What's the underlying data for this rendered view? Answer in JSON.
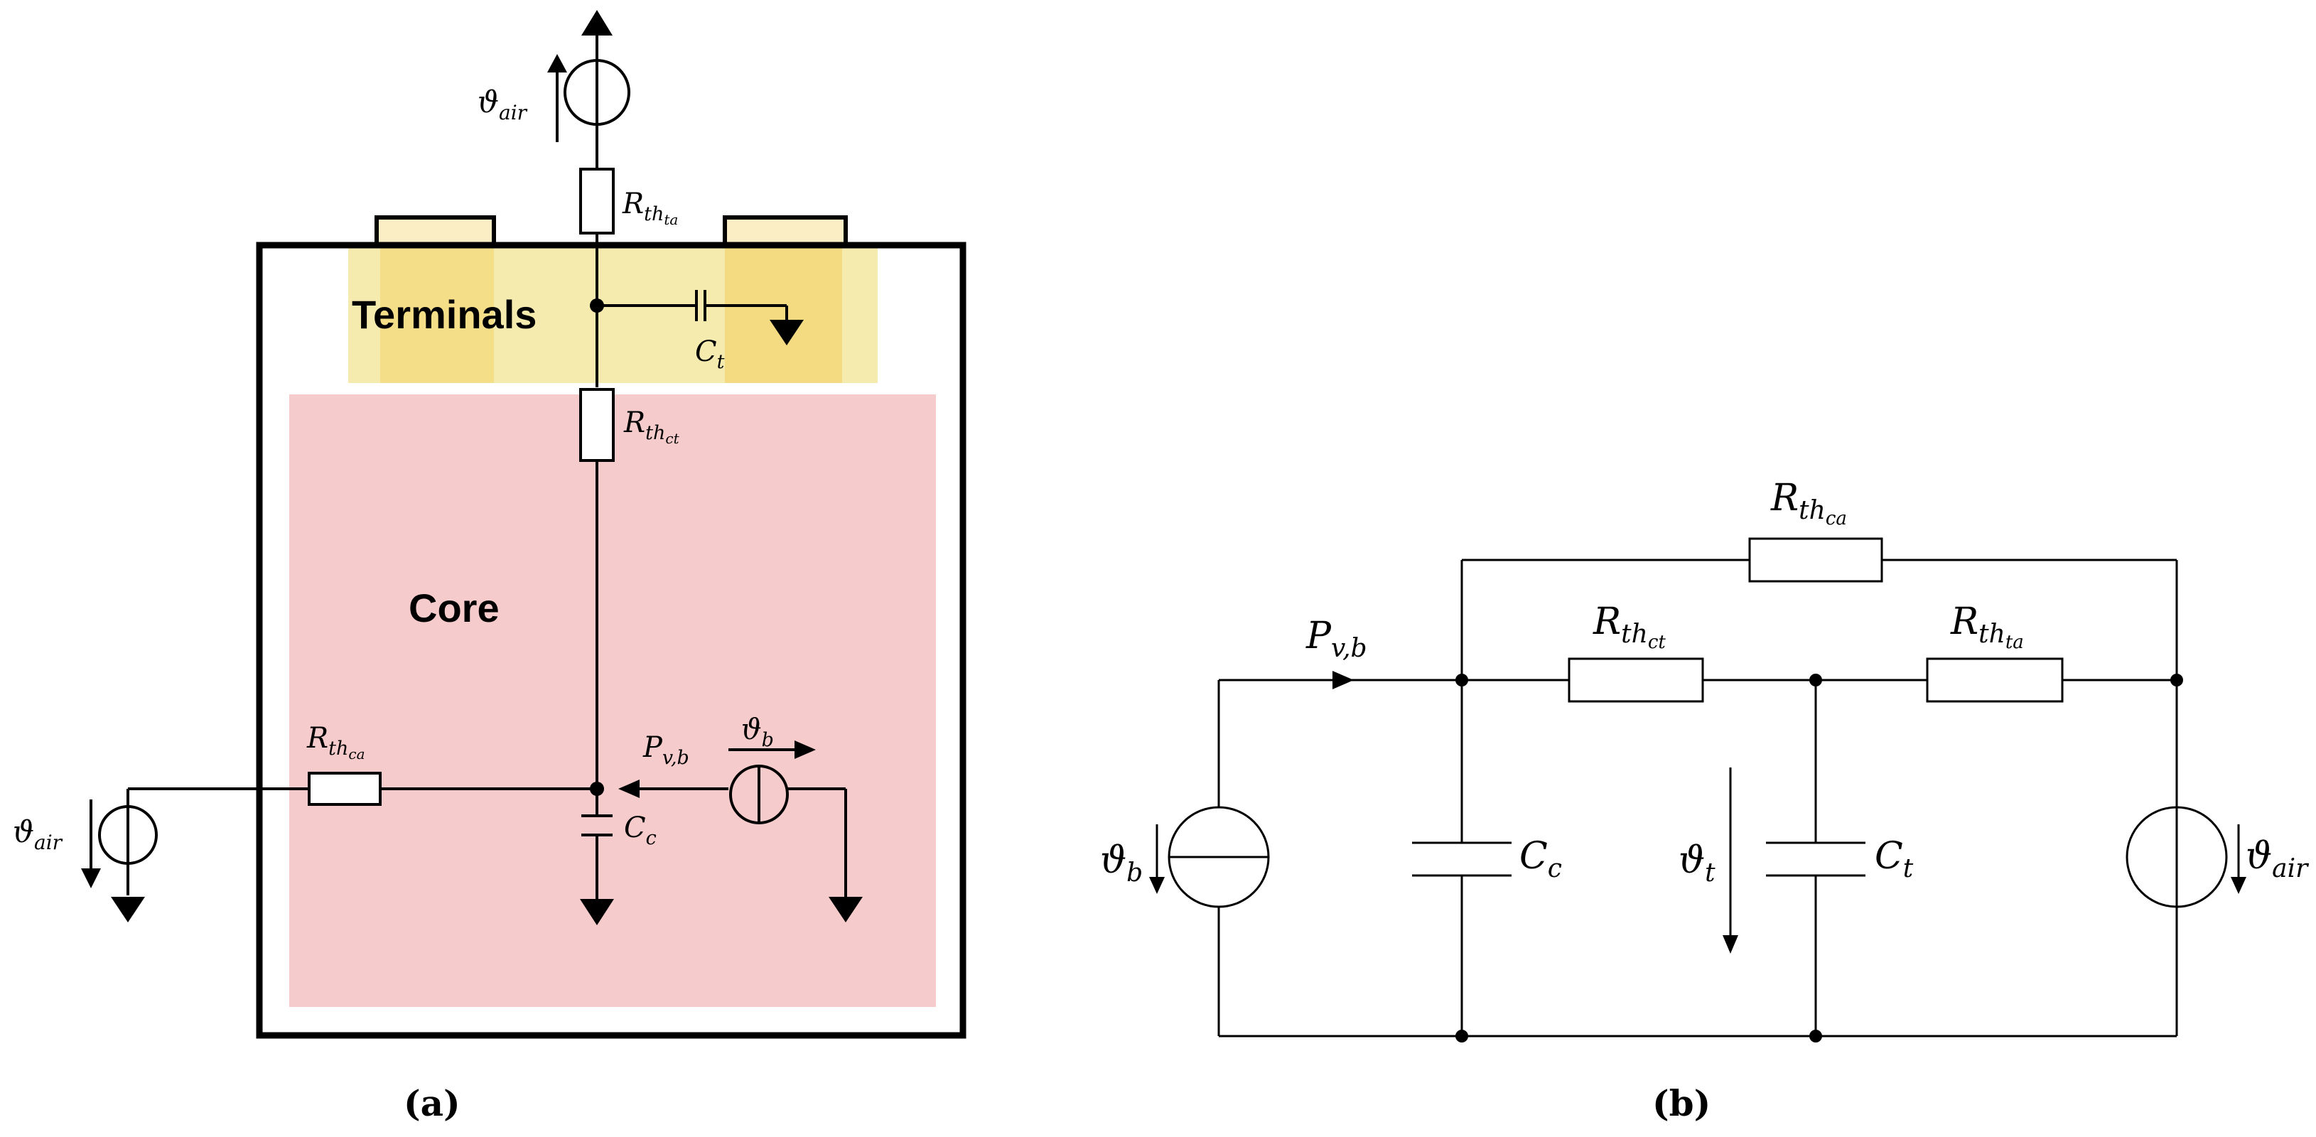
{
  "colors": {
    "core_fill": "#f6cbcb",
    "terminal_band": "#f5e8a0",
    "terminal_pad": "#f3d36a",
    "terminal_post": "#fbeec5",
    "line": "#000000"
  },
  "panel_a": {
    "caption": "(a)",
    "region_labels": {
      "terminals": "Terminals",
      "core": "Core"
    },
    "components": {
      "R_th_ta": {
        "sym": "R",
        "sub": "th",
        "subsub": "ta"
      },
      "R_th_ct": {
        "sym": "R",
        "sub": "th",
        "subsub": "ct"
      },
      "R_th_ca": {
        "sym": "R",
        "sub": "th",
        "subsub": "ca"
      },
      "C_t": {
        "sym": "C",
        "sub": "t"
      },
      "C_c": {
        "sym": "C",
        "sub": "c"
      },
      "P_vb": {
        "sym": "P",
        "sub": "v,b"
      },
      "theta_b": {
        "sym": "ϑ",
        "sub": "b"
      },
      "theta_air_top": {
        "sym": "ϑ",
        "sub": "air"
      },
      "theta_air_left": {
        "sym": "ϑ",
        "sub": "air"
      }
    }
  },
  "panel_b": {
    "caption": "(b)",
    "components": {
      "R_th_ca": {
        "sym": "R",
        "sub": "th",
        "subsub": "ca"
      },
      "R_th_ct": {
        "sym": "R",
        "sub": "th",
        "subsub": "ct"
      },
      "R_th_ta": {
        "sym": "R",
        "sub": "th",
        "subsub": "ta"
      },
      "P_vb": {
        "sym": "P",
        "sub": "v,b"
      },
      "C_c": {
        "sym": "C",
        "sub": "c"
      },
      "C_t": {
        "sym": "C",
        "sub": "t"
      },
      "theta_b": {
        "sym": "ϑ",
        "sub": "b"
      },
      "theta_t": {
        "sym": "ϑ",
        "sub": "t"
      },
      "theta_air": {
        "sym": "ϑ",
        "sub": "air"
      }
    }
  }
}
